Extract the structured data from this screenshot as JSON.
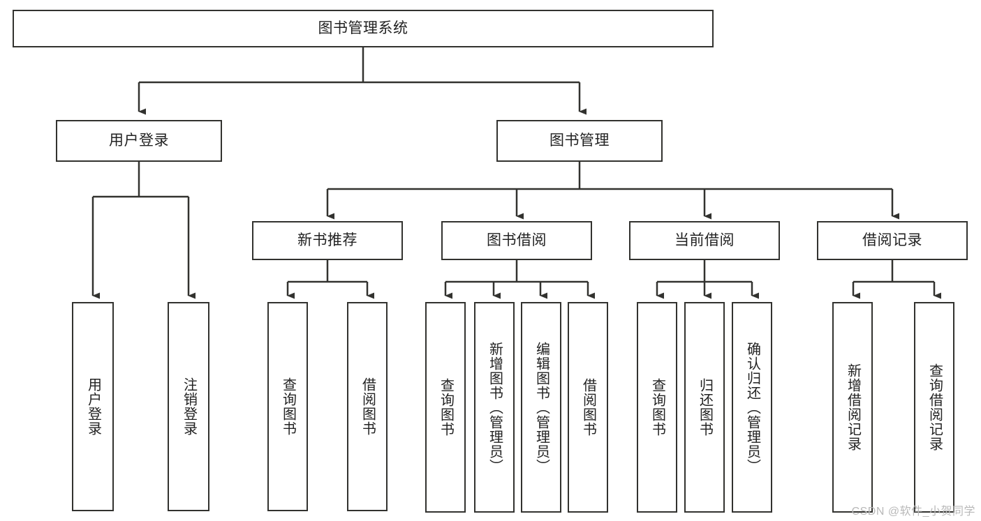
{
  "diagram": {
    "title": "图书管理系统",
    "type": "tree-hierarchy-chart",
    "watermark": "CSDN @软件_小贺同学",
    "colors": {
      "stroke": "#32322f",
      "fill": "#ffffff",
      "text": "#222222",
      "watermark": "#b9b9b9"
    },
    "nodes": {
      "root": {
        "label": "图书管理系统"
      },
      "level1": [
        {
          "id": "user-login",
          "label": "用户登录"
        },
        {
          "id": "book-manage",
          "label": "图书管理"
        }
      ],
      "level2": [
        {
          "id": "new-book-rec",
          "label": "新书推荐"
        },
        {
          "id": "book-borrow",
          "label": "图书借阅"
        },
        {
          "id": "current-borrow",
          "label": "当前借阅"
        },
        {
          "id": "borrow-record",
          "label": "借阅记录"
        }
      ],
      "leaves": {
        "user-login": [
          {
            "id": "leaf-user-login",
            "label": "用户登录"
          },
          {
            "id": "leaf-logout",
            "label": "注销登录"
          }
        ],
        "new-book-rec": [
          {
            "id": "leaf-query-book-1",
            "label": "查询图书"
          },
          {
            "id": "leaf-borrow-book-1",
            "label": "借阅图书"
          }
        ],
        "book-borrow": [
          {
            "id": "leaf-query-book-2",
            "label": "查询图书"
          },
          {
            "id": "leaf-add-book",
            "label": "新增图书（管理员）"
          },
          {
            "id": "leaf-edit-book",
            "label": "编辑图书（管理员）"
          },
          {
            "id": "leaf-borrow-book-2",
            "label": "借阅图书"
          }
        ],
        "current-borrow": [
          {
            "id": "leaf-query-book-3",
            "label": "查询图书"
          },
          {
            "id": "leaf-return-book",
            "label": "归还图书"
          },
          {
            "id": "leaf-confirm-return",
            "label": "确认归还（管理员）"
          }
        ],
        "borrow-record": [
          {
            "id": "leaf-add-record",
            "label": "新增借阅记录"
          },
          {
            "id": "leaf-query-record",
            "label": "查询借阅记录"
          }
        ]
      }
    }
  }
}
